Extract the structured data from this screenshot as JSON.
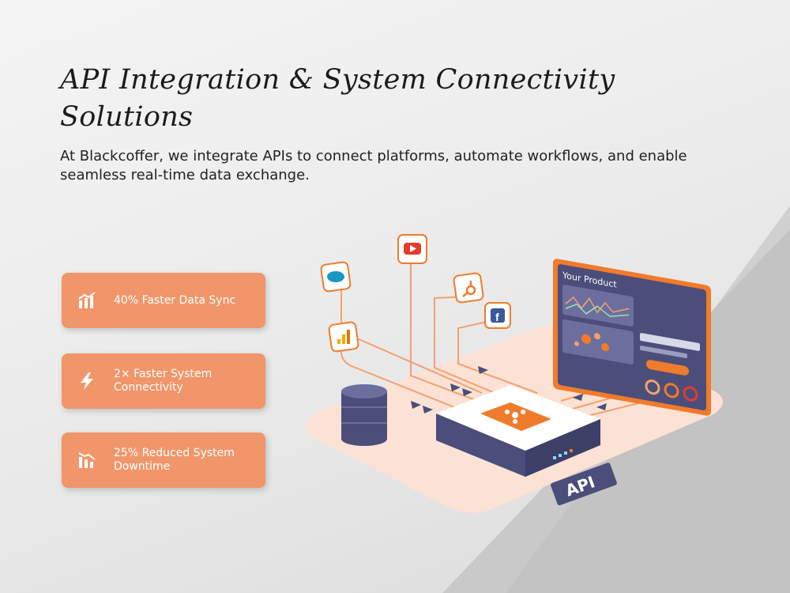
{
  "header": {
    "title": "API Integration & System Connectivity Solutions",
    "subtitle": "At Blackcoffer, we integrate APIs to connect platforms, automate workflows, and enable seamless real-time data exchange."
  },
  "stats": [
    {
      "label": "40% Faster Data Sync",
      "icon": "bar-chart-up-icon"
    },
    {
      "label": "2× Faster System Connectivity",
      "icon": "lightning-icon"
    },
    {
      "label": "25% Reduced System Downtime",
      "icon": "bar-chart-down-icon"
    }
  ],
  "illustration": {
    "product_label": "Your Product",
    "api_label": "API",
    "app_icons": [
      "salesforce-icon",
      "youtube-icon",
      "hubspot-icon",
      "facebook-icon",
      "google-analytics-icon"
    ]
  },
  "colors": {
    "accent": "#f0966a",
    "orange": "#f07b2c",
    "navy": "#4b4e7a",
    "platform": "#fbe2d4"
  }
}
